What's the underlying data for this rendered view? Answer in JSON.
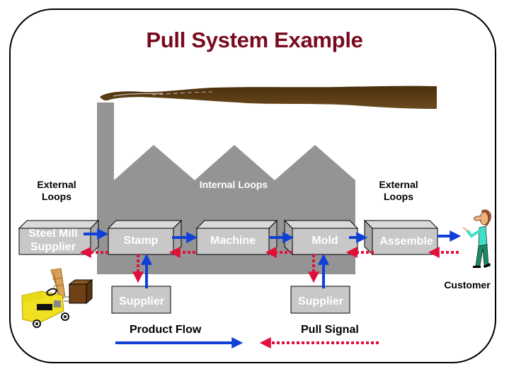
{
  "title": "Pull System Example",
  "colors": {
    "title": "#7a0a1e",
    "factory": "#949494",
    "smoke": "#5a3a12",
    "box_face": "#c8c8c8",
    "box_top": "#dadada",
    "box_side": "#a8a8a8",
    "product_flow": "#1040d8",
    "pull_signal": "#e0103a"
  },
  "loop_labels": {
    "left": "External Loops",
    "center": "Internal Loops",
    "right": "External Loops"
  },
  "process_boxes": [
    {
      "id": "steel-mill",
      "label_line1": "Steel Mill",
      "label_line2": "Supplier"
    },
    {
      "id": "stamp",
      "label_line1": "Stamp",
      "label_line2": ""
    },
    {
      "id": "machine",
      "label_line1": "Machine",
      "label_line2": ""
    },
    {
      "id": "mold",
      "label_line1": "Mold",
      "label_line2": ""
    },
    {
      "id": "assemble",
      "label_line1": "Assemble",
      "label_line2": ""
    }
  ],
  "suppliers": [
    {
      "id": "stamp-supplier",
      "label": "Supplier"
    },
    {
      "id": "mold-supplier",
      "label": "Supplier"
    }
  ],
  "customer_label": "Customer",
  "legend": {
    "product_flow": "Product Flow",
    "pull_signal": "Pull Signal"
  },
  "icons": {
    "forklift": "forklift-icon",
    "crate": "crate-icon",
    "customer": "person-pointing-icon",
    "factory": "factory-icon",
    "smoke": "smoke-icon"
  }
}
